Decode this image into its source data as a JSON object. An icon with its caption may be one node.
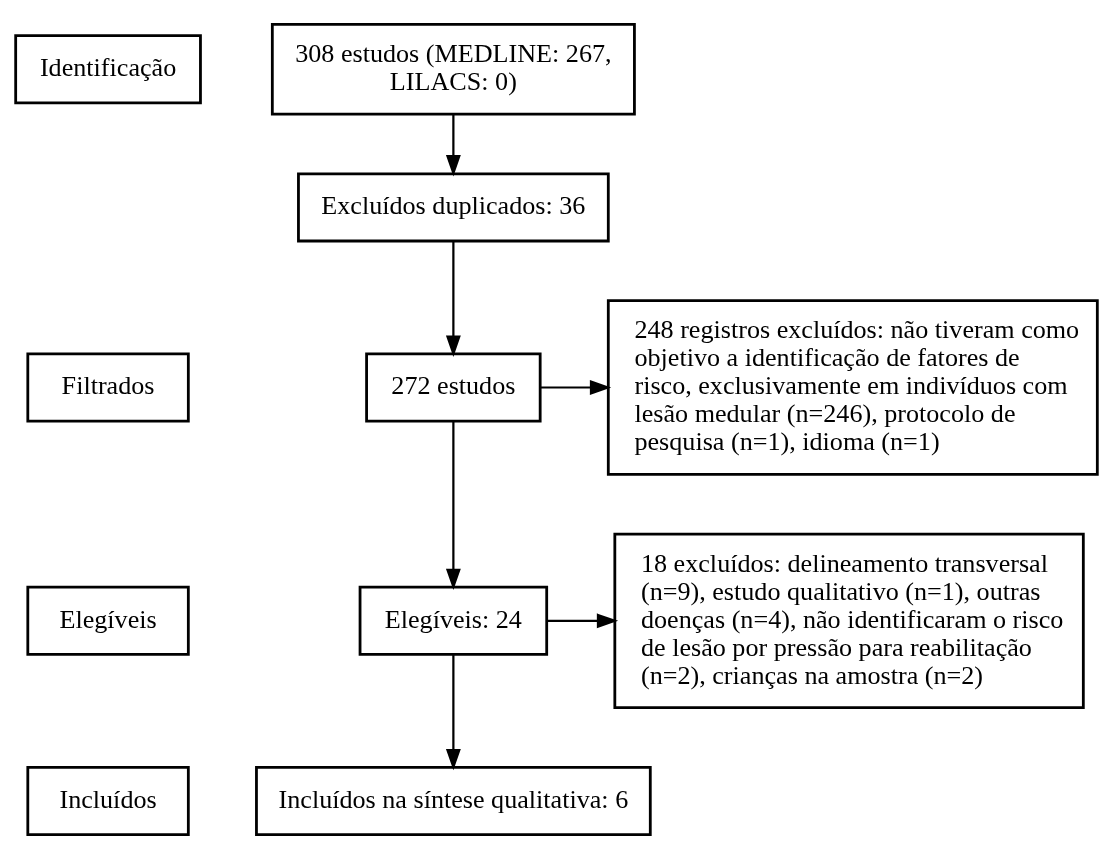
{
  "diagram": {
    "nodes": [
      {
        "text": [
          "Identificação"
        ]
      },
      {
        "text": [
          "Filtrados"
        ]
      },
      {
        "text": [
          "Elegíveis"
        ]
      },
      {
        "text": [
          "Incluídos"
        ]
      },
      {
        "text": [
          "308 estudos (MEDLINE: 267, LILACS: 0)"
        ]
      },
      {
        "text": [
          "Excluídos duplicados: 36"
        ]
      },
      {
        "text": [
          "248 registros excluídos: não tiveram como objetivo a identificação de fatores de risco, exclusivamente em indivíduos com lesão medular (n=246), protocolo de pesquisa (n=1), idioma (n=1)"
        ]
      },
      {
        "text": [
          "272 estudos"
        ]
      },
      {
        "text": [
          "18 excluídos: delineamento transversal (n=9), estudo qualitativo (n=1), outras doenças (n=4), não identificaram o risco de lesão por pressão para reabilitação (n=2), crianças na amostra (n=2)"
        ]
      },
      {
        "text": [
          "Elegíveis: 24"
        ]
      },
      {
        "text": [
          "Incluídos na síntese qualitativa: 6"
        ]
      }
    ],
    "edges": [
      {
        "from": 4,
        "to": 5,
        "arrow": "to"
      },
      {
        "from": 5,
        "to": 7,
        "arrow": "to"
      },
      {
        "from": 7,
        "to": 6,
        "arrow": "to"
      },
      {
        "from": 7,
        "to": 9,
        "arrow": "to"
      },
      {
        "from": 9,
        "to": 8,
        "arrow": "to"
      },
      {
        "from": 9,
        "to": 10,
        "arrow": "to"
      }
    ]
  }
}
